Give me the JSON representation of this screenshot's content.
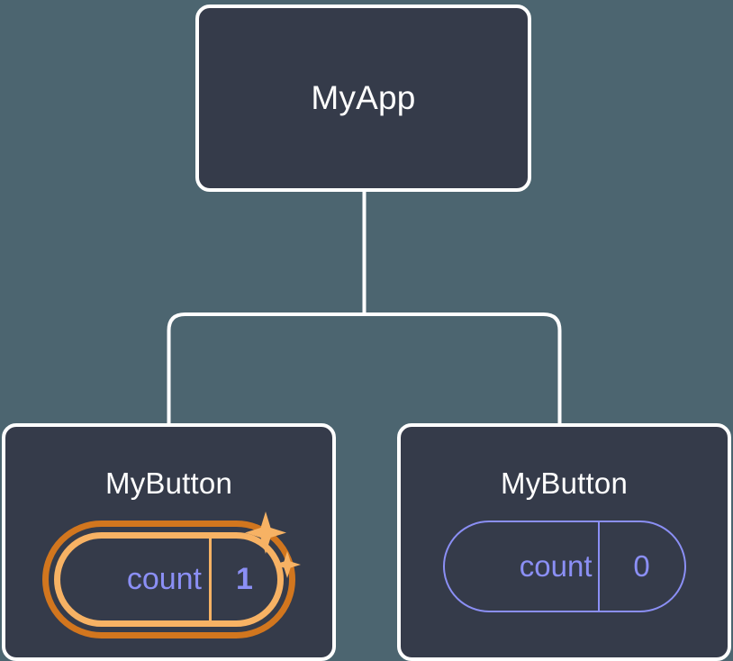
{
  "canvas": {
    "background_color": "#4c6570",
    "node_fill_color": "#353b4a",
    "node_border_color": "#ffffff",
    "edge_color": "#ffffff",
    "prop_text_color": "#8b8ff5",
    "highlight_outer_color": "#d2761e",
    "highlight_inner_color": "#f7b264",
    "sparkle_color": "#f7b264"
  },
  "tree": {
    "root": {
      "title": "MyApp"
    },
    "children": [
      {
        "title": "MyButton",
        "prop": {
          "key": "count",
          "value": "1"
        },
        "highlighted": true,
        "sparkle_large": "sparkle-icon",
        "sparkle_small": "sparkle-icon"
      },
      {
        "title": "MyButton",
        "prop": {
          "key": "count",
          "value": "0"
        },
        "highlighted": false
      }
    ]
  }
}
